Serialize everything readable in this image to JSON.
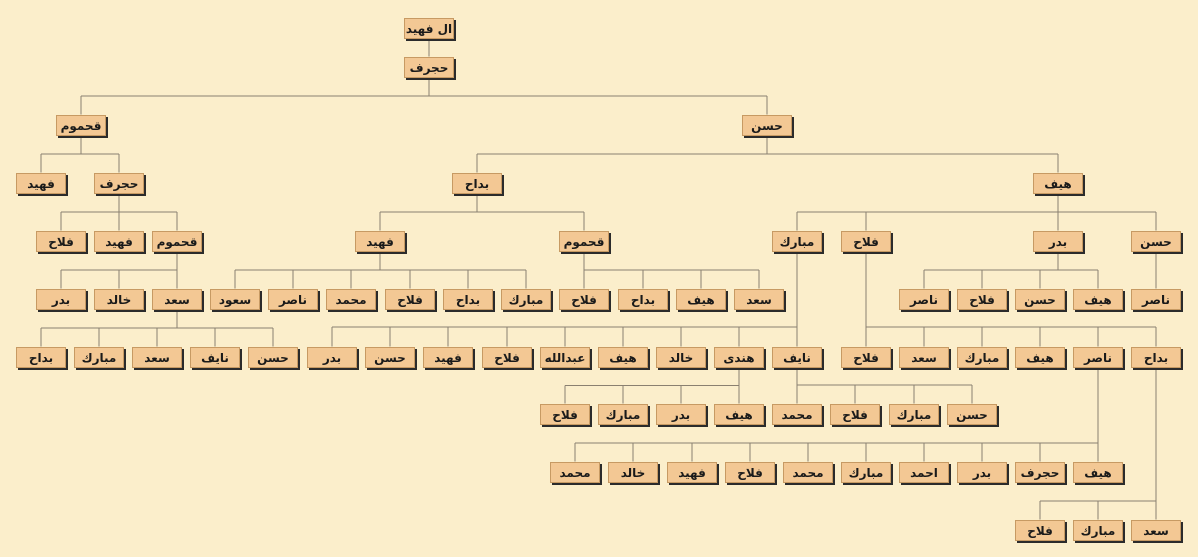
{
  "tree": {
    "n": "ال فهيد",
    "c": [
      {
        "n": "حجرف",
        "c": [
          {
            "n": "قحموم",
            "c": [
              {
                "n": "حجرف",
                "c": [
                  {
                    "n": "قحموم",
                    "c": [
                      {
                        "n": "سعد",
                        "c": [
                          {
                            "n": "حسن"
                          },
                          {
                            "n": "نايف"
                          },
                          {
                            "n": "سعد"
                          },
                          {
                            "n": "مبارك"
                          },
                          {
                            "n": "بداح"
                          }
                        ]
                      },
                      {
                        "n": "خالد"
                      },
                      {
                        "n": "بدر"
                      }
                    ]
                  },
                  {
                    "n": "فهيد"
                  },
                  {
                    "n": "فلاح"
                  }
                ]
              },
              {
                "n": "فهيد"
              }
            ]
          },
          {
            "n": "حسن",
            "c": [
              {
                "n": "هيف",
                "c": [
                  {
                    "n": "حسن",
                    "c": [
                      {
                        "n": "ناصر"
                      }
                    ]
                  },
                  {
                    "n": "بدر",
                    "c": [
                      {
                        "n": "هيف"
                      },
                      {
                        "n": "حسن"
                      },
                      {
                        "n": "فلاح"
                      },
                      {
                        "n": "ناصر"
                      }
                    ]
                  },
                  {
                    "n": "فلاح",
                    "c": [
                      {
                        "n": "بداح",
                        "c": [
                          {
                            "n": "سعد"
                          },
                          {
                            "n": "مبارك"
                          },
                          {
                            "n": "فلاح"
                          }
                        ]
                      },
                      {
                        "n": "ناصر",
                        "c": [
                          {
                            "n": "هيف"
                          },
                          {
                            "n": "حجرف"
                          },
                          {
                            "n": "بدر"
                          },
                          {
                            "n": "احمد"
                          },
                          {
                            "n": "مبارك"
                          },
                          {
                            "n": "محمد"
                          },
                          {
                            "n": "فلاح"
                          },
                          {
                            "n": "فهيد"
                          },
                          {
                            "n": "خالد"
                          },
                          {
                            "n": "محمد"
                          }
                        ]
                      },
                      {
                        "n": "هيف"
                      },
                      {
                        "n": "مبارك"
                      },
                      {
                        "n": "سعد"
                      },
                      {
                        "n": "فلاح"
                      }
                    ]
                  },
                  {
                    "n": "مبارك",
                    "c": [
                      {
                        "n": "نايف",
                        "c": [
                          {
                            "n": "حسن"
                          },
                          {
                            "n": "مبارك"
                          },
                          {
                            "n": "فلاح"
                          },
                          {
                            "n": "محمد"
                          }
                        ]
                      },
                      {
                        "n": "هندى",
                        "c": [
                          {
                            "n": "هيف"
                          },
                          {
                            "n": "بدر"
                          },
                          {
                            "n": "مبارك"
                          },
                          {
                            "n": "فلاح"
                          }
                        ]
                      },
                      {
                        "n": "خالد"
                      },
                      {
                        "n": "هيف"
                      },
                      {
                        "n": "عبدالله"
                      },
                      {
                        "n": "فلاح"
                      },
                      {
                        "n": "فهيد"
                      },
                      {
                        "n": "حسن"
                      },
                      {
                        "n": "بدر"
                      }
                    ]
                  }
                ]
              },
              {
                "n": "بداح",
                "c": [
                  {
                    "n": "قحموم",
                    "c": [
                      {
                        "n": "سعد"
                      },
                      {
                        "n": "هيف"
                      },
                      {
                        "n": "بداح"
                      },
                      {
                        "n": "فلاح"
                      }
                    ]
                  },
                  {
                    "n": "فهيد",
                    "c": [
                      {
                        "n": "مبارك"
                      },
                      {
                        "n": "بداح"
                      },
                      {
                        "n": "فلاح"
                      },
                      {
                        "n": "محمد"
                      },
                      {
                        "n": "ناصر"
                      },
                      {
                        "n": "سعود"
                      }
                    ]
                  }
                ]
              }
            ]
          }
        ]
      }
    ]
  }
}
